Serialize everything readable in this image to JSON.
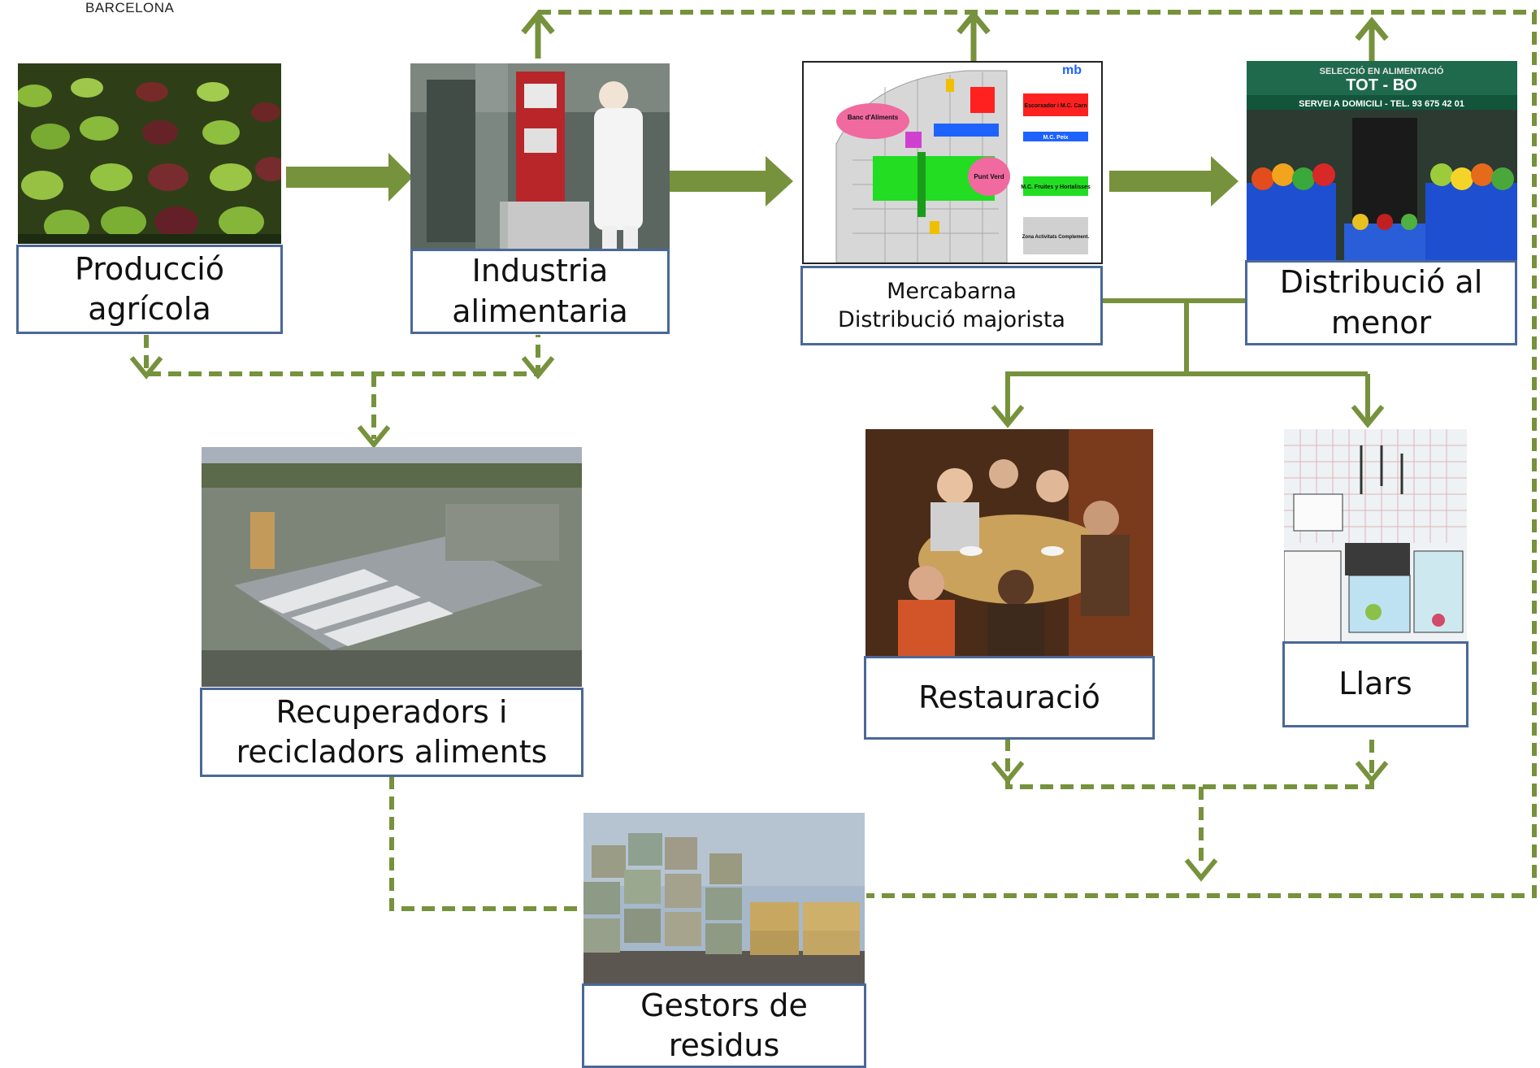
{
  "header": {
    "org": "BARCELONA"
  },
  "colors": {
    "arrow": "#76923c",
    "box_border": "#4a6898"
  },
  "nodes": {
    "produccio": {
      "label": "Producció agrícola"
    },
    "industria": {
      "label": "Industria alimentaria"
    },
    "mercabarna": {
      "label": "Mercabarna Distribució majorista"
    },
    "distribucio": {
      "label": "Distribució al menor"
    },
    "recuperadors": {
      "label": "Recuperadors i recicladors aliments"
    },
    "restauracio": {
      "label": "Restauració"
    },
    "llars": {
      "label": "Llars"
    },
    "gestors": {
      "label": "Gestors de residus"
    }
  },
  "map": {
    "logo": "mb",
    "banc": "Banc d'Aliments",
    "punt_verd": "Punt Verd",
    "escorxador": "Escorxador i M.C. Carn",
    "peix": "M.C. Peix",
    "fruites": "M.C. Fruites y Hortalisses",
    "zona": "Zona Activitats Complement."
  },
  "shop_sign": {
    "top": "SELECCIÓ EN ALIMENTACIÓ",
    "name": "TOT - BO",
    "bottom": "SERVEI A DOMICILI - TEL. 93 675 42 01"
  },
  "icons": {
    "produccio": "lettuce-field-photo",
    "industria": "food-factory-photo",
    "mercabarna": "mercabarna-site-map",
    "distribucio": "grocery-storefront-photo",
    "recuperadors": "recycling-plant-photo",
    "restauracio": "restaurant-dinner-photo",
    "llars": "home-kitchen-drawing",
    "gestors": "waste-bales-photo"
  }
}
